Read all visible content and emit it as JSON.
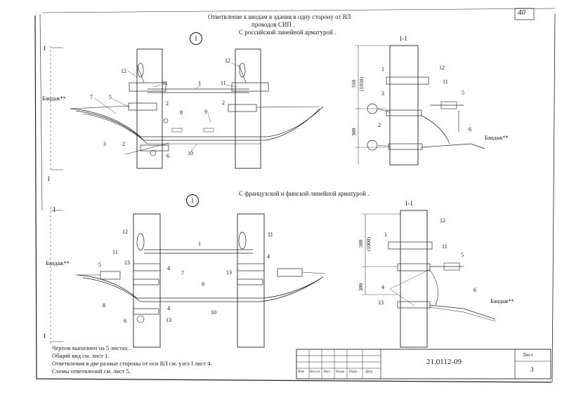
{
  "sheet_no": "40",
  "title_lines": [
    "Ответвление к вводам в здания в одну сторону от ВЛ",
    "проводов СИП ."
  ],
  "subtitle_ru": "С российской линейной арматурой .",
  "subtitle_fr": "С французской и финской линейной арматурой .",
  "node_marker": "I",
  "section_label": "1-1",
  "cut_mark": "I",
  "bandage_label": "Бандаж**",
  "dims_top": [
    "550",
    "(1050)",
    "300"
  ],
  "dims_bottom": [
    "500",
    "(1000)",
    "300"
  ],
  "callouts_top_left": [
    "12",
    "11",
    "1",
    "11",
    "12",
    "7",
    "5",
    "2",
    "8",
    "9",
    "2",
    "3",
    "2",
    "6",
    "10"
  ],
  "callouts_top_right": [
    "1",
    "12",
    "11",
    "3",
    "5",
    "2",
    "6"
  ],
  "callouts_bottom_left": [
    "12",
    "11",
    "1",
    "11",
    "4",
    "13",
    "4",
    "5",
    "7",
    "9",
    "13",
    "8",
    "10",
    "4",
    "6",
    "13"
  ],
  "callouts_bottom_right": [
    "1",
    "12",
    "11",
    "5",
    "4",
    "13",
    "6"
  ],
  "notes": [
    "Чертеж выполнен на 5 листах .",
    "Общий вид см. лист 1.",
    "Ответвления в две разные стороны от оси ВЛ см. узел I лист 4.",
    "Схемы ответвлений см. лист 5."
  ],
  "title_block": {
    "doc_code": "21.0112-09",
    "sheet_label": "Лист",
    "sheet_value": "3",
    "col_headers": [
      "Изм",
      "Кол.уч",
      "Лист",
      "№док",
      "Подп.",
      "Дата"
    ]
  }
}
